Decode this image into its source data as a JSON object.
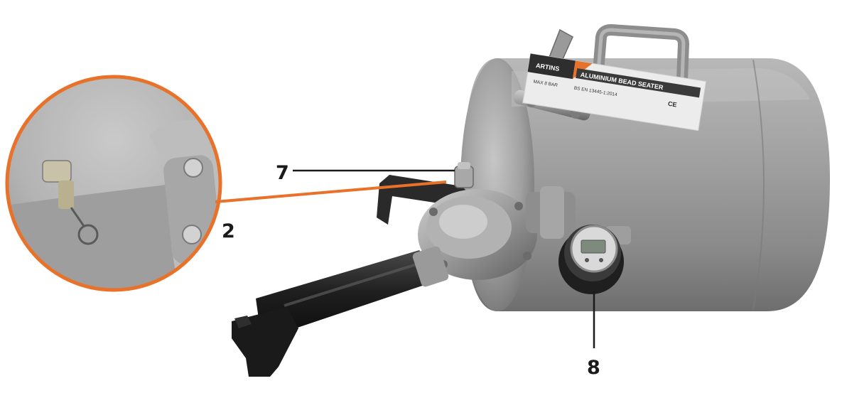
{
  "callouts": {
    "c7": "7",
    "c2": "2",
    "c8": "8"
  },
  "product_label": {
    "brand": "ARTINS",
    "title": "ALUMINIUM BEAD SEATER",
    "line1": "MAX 8 BAR",
    "line2": "BS EN 13445-1:2014",
    "mark": "CE"
  },
  "colors": {
    "accent": "#e8722a",
    "leader": "#1a1a1a",
    "tank": "#9c9c9c",
    "nozzle": "#222222"
  }
}
